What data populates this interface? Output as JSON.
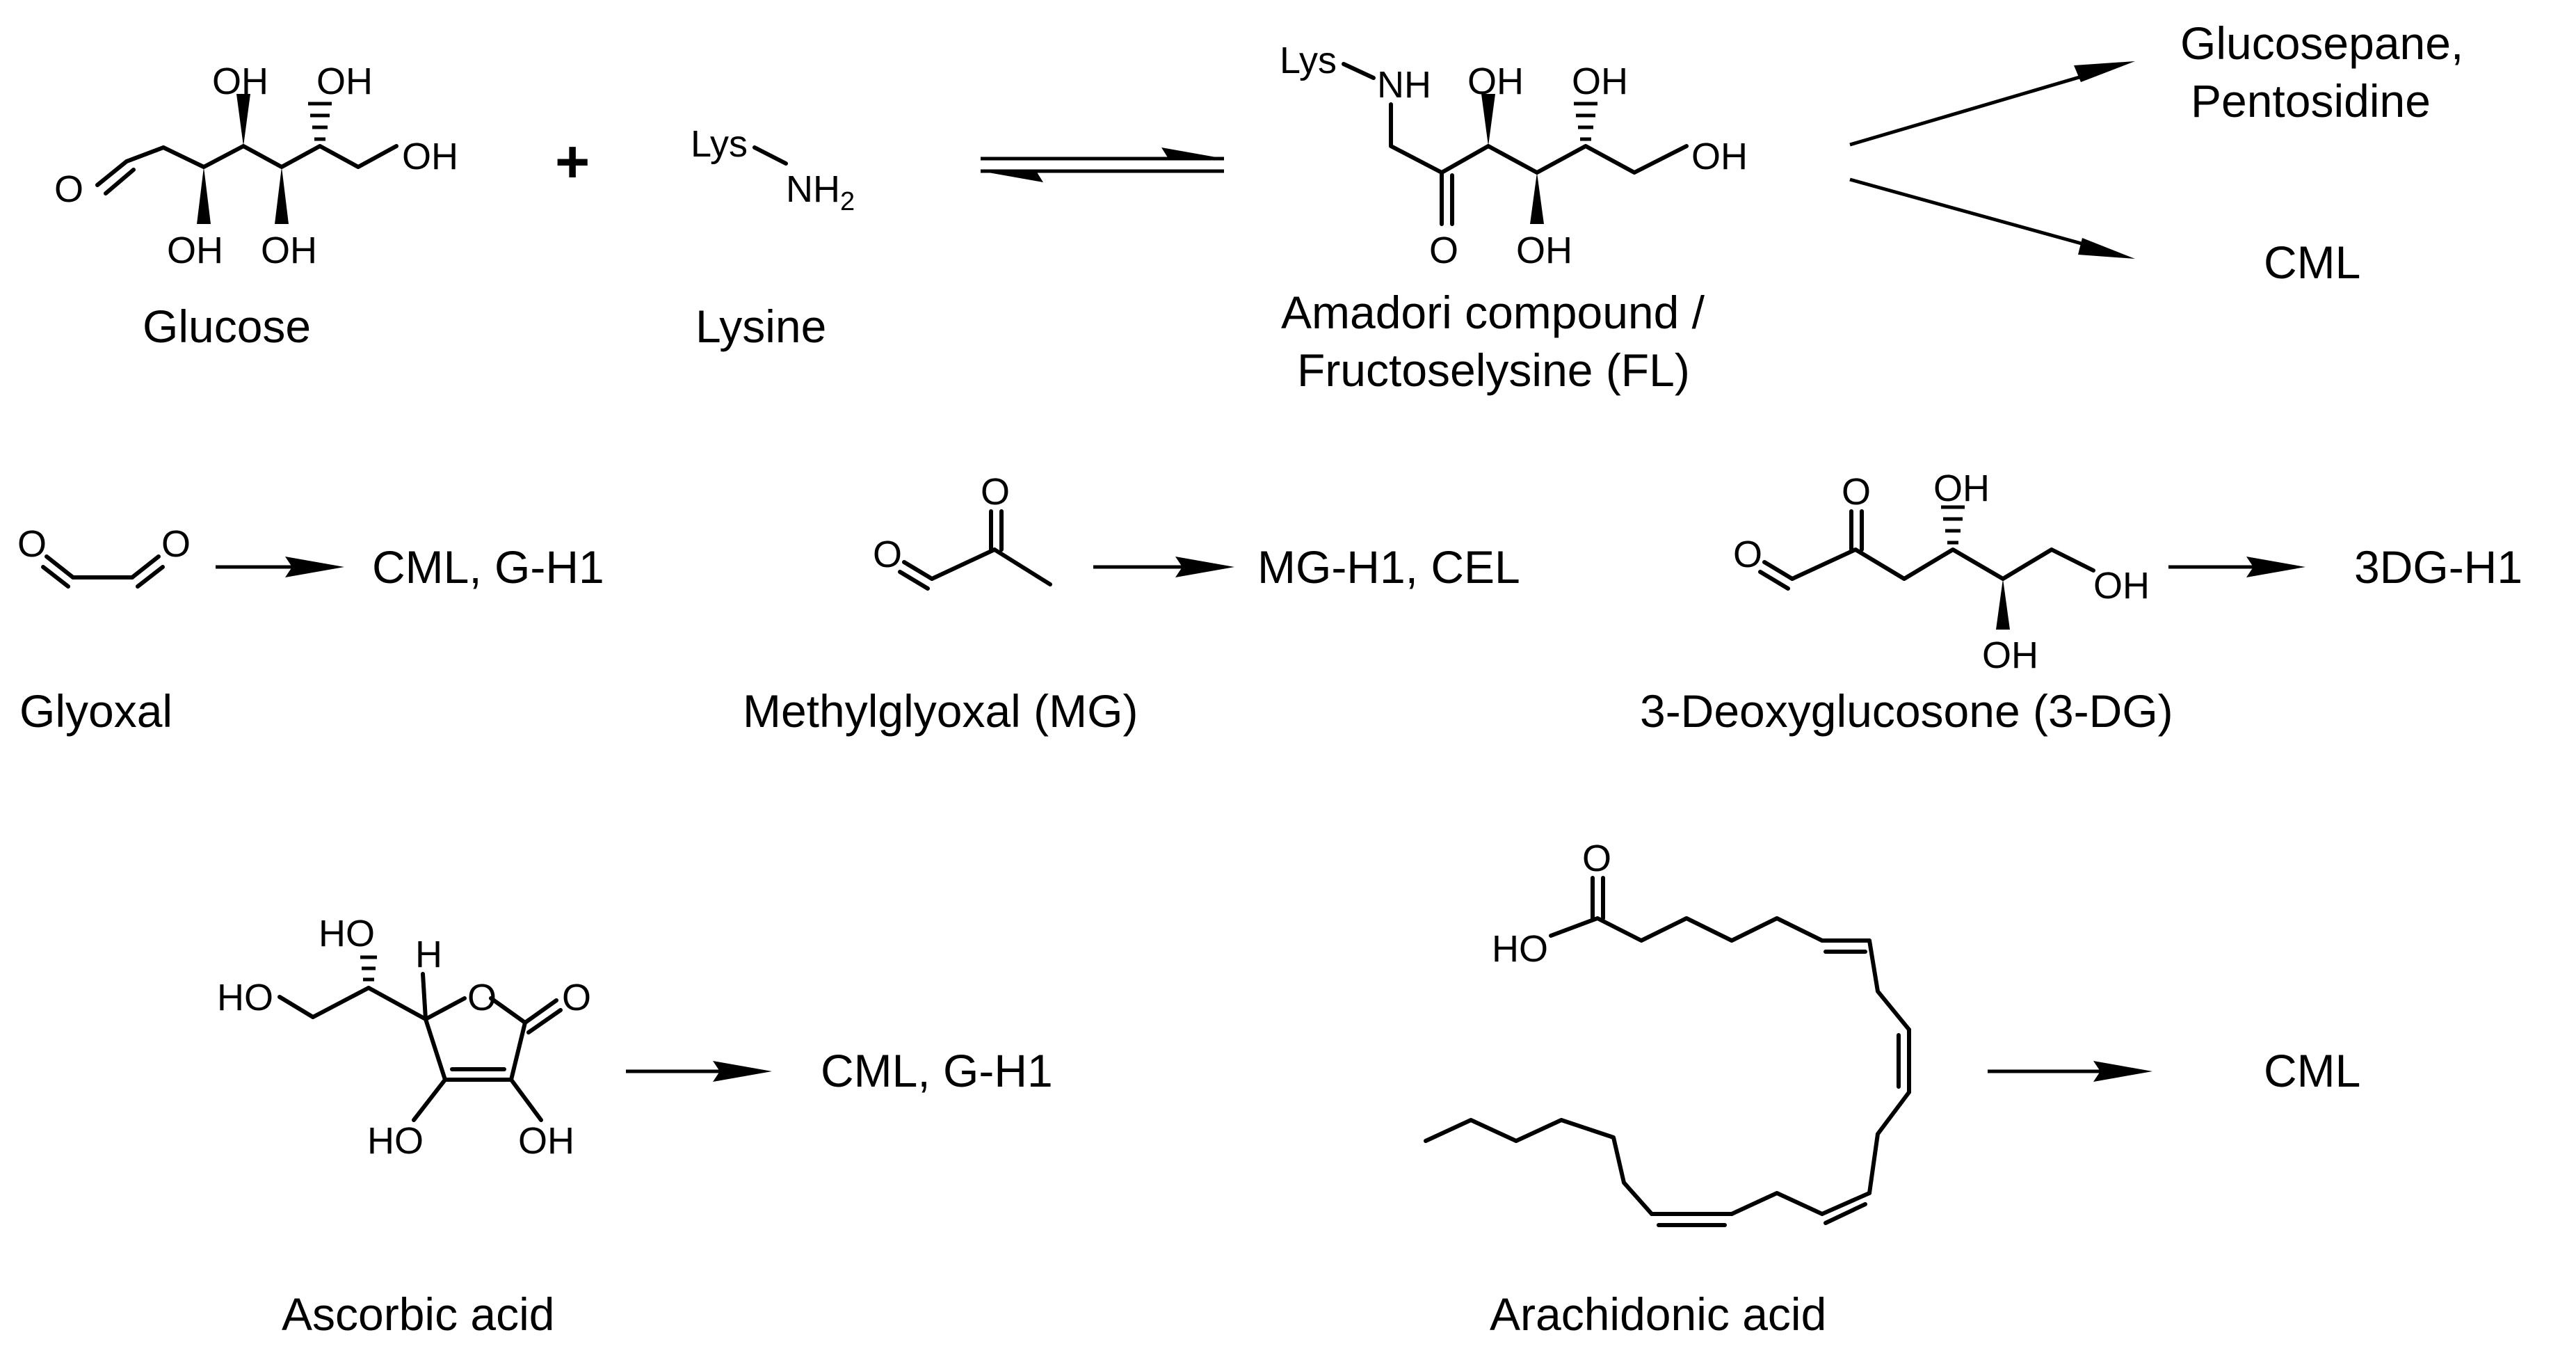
{
  "compounds": {
    "glucose": {
      "name": "Glucose",
      "atoms": {
        "O": "O",
        "OH1": "OH",
        "OH2": "OH",
        "OH3": "OH",
        "OH4": "OH",
        "OH5": "OH"
      }
    },
    "lysine": {
      "name": "Lysine",
      "atoms": {
        "lys": "Lys",
        "nh": "NH",
        "two": "2"
      }
    },
    "amadori": {
      "name_line1": "Amadori compound /",
      "name_line2": "Fructoselysine (FL)",
      "atoms": {
        "lys": "Lys",
        "nh": "NH",
        "O": "O",
        "OH1": "OH",
        "OH2": "OH",
        "OH3": "OH",
        "OH4": "OH"
      }
    },
    "glyoxal": {
      "name": "Glyoxal",
      "atoms": {
        "O1": "O",
        "O2": "O"
      }
    },
    "methylglyoxal": {
      "name": "Methylglyoxal (MG)",
      "atoms": {
        "O1": "O",
        "O2": "O"
      }
    },
    "deoxyglucosone": {
      "name": "3-Deoxyglucosone (3-DG)",
      "atoms": {
        "O1": "O",
        "O2": "O",
        "OH1": "OH",
        "OH2": "OH",
        "OH3": "OH"
      }
    },
    "ascorbic": {
      "name": "Ascorbic acid",
      "atoms": {
        "HO_top": "HO",
        "H": "H",
        "HO_left": "HO",
        "O_ring": "O",
        "O_carbonyl": "O",
        "HO_bottom": "HO",
        "OH_bottom": "OH"
      }
    },
    "arachidonic": {
      "name": "Arachidonic acid",
      "atoms": {
        "O": "O",
        "HO": "HO"
      }
    }
  },
  "operators": {
    "plus": "+"
  },
  "products": {
    "top1_line1": "Glucosepane,",
    "top1_line2": "Pentosidine",
    "top2": "CML",
    "glyoxal": "CML, G-H1",
    "methylglyoxal": "MG-H1, CEL",
    "deoxyglucosone": "3DG-H1",
    "ascorbic": "CML, G-H1",
    "arachidonic": "CML"
  }
}
